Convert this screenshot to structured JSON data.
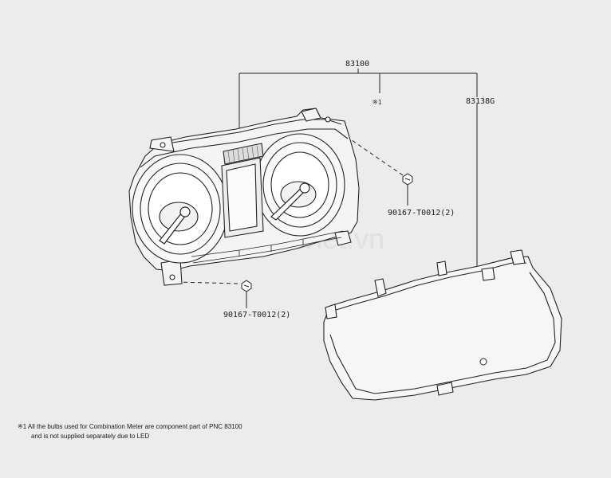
{
  "diagram": {
    "parts": {
      "main_assembly": "83100",
      "note_marker": "※1",
      "cover": "83138G",
      "screw_upper": "90167-T0012(2)",
      "screw_lower": "90167-T0012(2)"
    },
    "footnote": {
      "line1": "※1 All the bulbs used for Combination Meter are component part of PNC 83100",
      "line2": "and is not supplied separately due to LED"
    },
    "watermark": "sieuanviet.vn"
  }
}
